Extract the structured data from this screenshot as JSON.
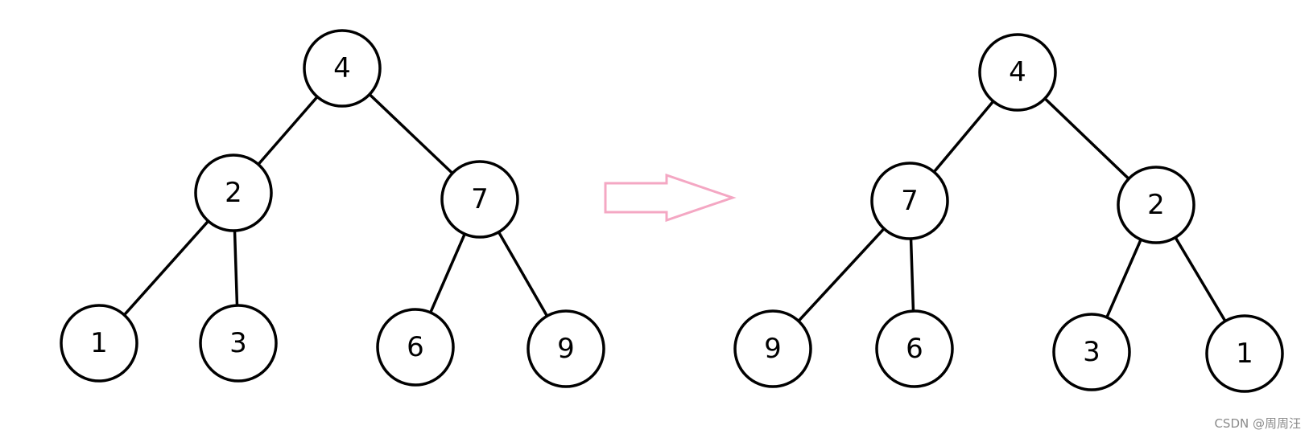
{
  "trees": [
    {
      "nodes": [
        {
          "id": "l4",
          "label": "4"
        },
        {
          "id": "l2",
          "label": "2"
        },
        {
          "id": "l7",
          "label": "7"
        },
        {
          "id": "l1",
          "label": "1"
        },
        {
          "id": "l3",
          "label": "3"
        },
        {
          "id": "l6",
          "label": "6"
        },
        {
          "id": "l9",
          "label": "9"
        }
      ],
      "edges": [
        [
          "l4",
          "l2"
        ],
        [
          "l4",
          "l7"
        ],
        [
          "l2",
          "l1"
        ],
        [
          "l2",
          "l3"
        ],
        [
          "l7",
          "l6"
        ],
        [
          "l7",
          "l9"
        ]
      ]
    },
    {
      "nodes": [
        {
          "id": "r4",
          "label": "4"
        },
        {
          "id": "r7",
          "label": "7"
        },
        {
          "id": "r2",
          "label": "2"
        },
        {
          "id": "r9",
          "label": "9"
        },
        {
          "id": "r6",
          "label": "6"
        },
        {
          "id": "r3",
          "label": "3"
        },
        {
          "id": "r1",
          "label": "1"
        }
      ],
      "edges": [
        [
          "r4",
          "r7"
        ],
        [
          "r4",
          "r2"
        ],
        [
          "r7",
          "r9"
        ],
        [
          "r7",
          "r6"
        ],
        [
          "r2",
          "r3"
        ],
        [
          "r2",
          "r1"
        ]
      ]
    }
  ],
  "arrow": {
    "color": "#f4a7c3"
  },
  "watermark": "CSDN @周周汪"
}
